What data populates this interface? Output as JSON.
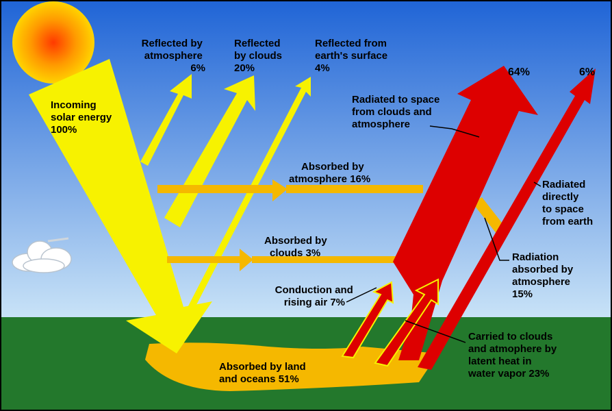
{
  "labels": {
    "incoming": [
      "Incoming",
      "solar energy",
      "100%"
    ],
    "reflected_atmosphere": [
      "Reflected by",
      "atmosphere",
      "6%"
    ],
    "reflected_clouds": [
      "Reflected",
      "by clouds",
      "20%"
    ],
    "reflected_surface": [
      "Reflected from",
      "earth's surface",
      "4%"
    ],
    "radiated_clouds_atm": [
      "Radiated to space",
      "from clouds and",
      "atmosphere"
    ],
    "pct_64": "64%",
    "pct_6": "6%",
    "absorbed_atmosphere": [
      "Absorbed by",
      "atmosphere 16%"
    ],
    "radiated_directly": [
      "Radiated",
      "directly",
      "to space",
      "from earth"
    ],
    "absorbed_clouds": [
      "Absorbed by",
      "clouds 3%"
    ],
    "radiation_absorbed": [
      "Radiation",
      "absorbed by",
      "atmosphere",
      "15%"
    ],
    "conduction": [
      "Conduction and",
      "rising air 7%"
    ],
    "carried": [
      "Carried to clouds",
      "and atmophere by",
      "latent heat in",
      "water vapor 23%"
    ],
    "absorbed_land": [
      "Absorbed by land",
      "and oceans 51%"
    ]
  },
  "colors": {
    "sky_top": "#1f64d6",
    "sky_bottom": "#c9e3f7",
    "ground": "#23782c",
    "solar": "#f7f200",
    "absorbed": "#f5b800",
    "radiation": "#dd0000",
    "sun_core": "#ff3a00",
    "sun_edge": "#ffd400"
  }
}
